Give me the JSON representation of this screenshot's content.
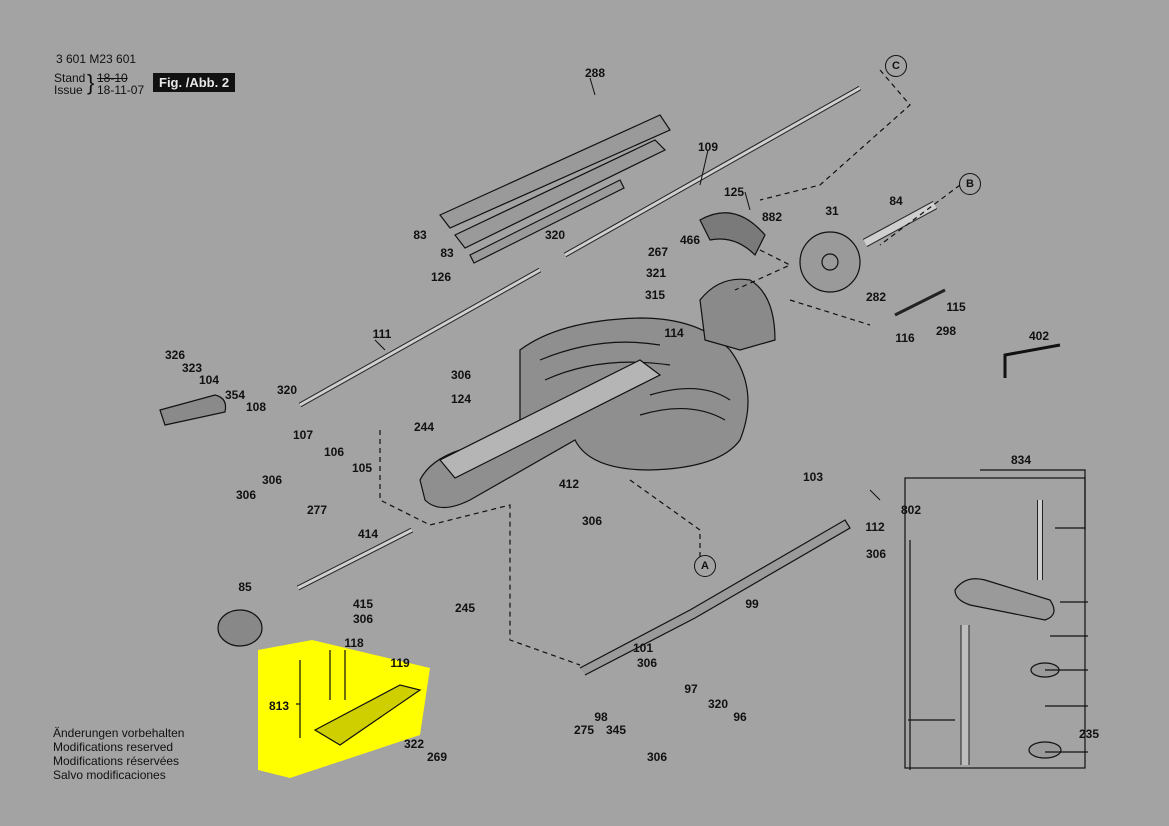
{
  "header": {
    "doc_number": "3 601 M23 601",
    "stand_label": "Stand",
    "issue_label": "Issue",
    "stand_date": "18-10",
    "issue_date": "18-11-07",
    "figure_tag": "Fig. /Abb. 2"
  },
  "footer": {
    "notes": [
      "Änderungen vorbehalten",
      "Modifications reserved",
      "Modifications réservées",
      "Salvo modificaciones"
    ]
  },
  "reference_circles": [
    "C",
    "B",
    "A"
  ],
  "part_labels": [
    "288",
    "109",
    "125",
    "882",
    "466",
    "83",
    "83",
    "320",
    "126",
    "267",
    "321",
    "315",
    "31",
    "84",
    "282",
    "115",
    "298",
    "116",
    "114",
    "402",
    "111",
    "326",
    "323",
    "104",
    "354",
    "108",
    "320",
    "306",
    "124",
    "244",
    "107",
    "106",
    "105",
    "306",
    "306",
    "277",
    "412",
    "306",
    "103",
    "802",
    "834",
    "112",
    "306",
    "414",
    "85",
    "415",
    "306",
    "245",
    "99",
    "101",
    "306",
    "118",
    "119",
    "813",
    "322",
    "269",
    "97",
    "320",
    "96",
    "98",
    "275",
    "345",
    "306",
    "235"
  ],
  "highlight": {
    "color": "#ffff00",
    "assembly": "813"
  }
}
